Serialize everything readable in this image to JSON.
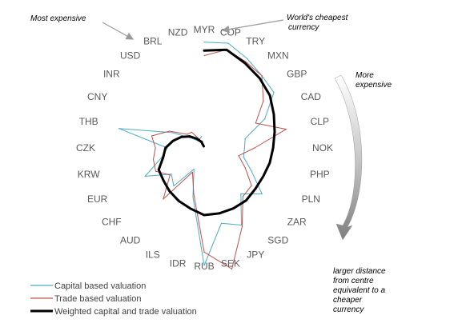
{
  "chart_data": {
    "type": "line",
    "subtype": "spiral-radar",
    "categories": [
      "MYR",
      "COP",
      "TRY",
      "MXN",
      "GBP",
      "CAD",
      "CLP",
      "NOK",
      "PHP",
      "PLN",
      "ZAR",
      "SGD",
      "JPY",
      "SEK",
      "RUB",
      "IDR",
      "ILS",
      "AUD",
      "CHF",
      "EUR",
      "KRW",
      "CZK",
      "THB",
      "CNY",
      "INR",
      "USD",
      "BRL",
      "NZD"
    ],
    "rank_note": "Currencies ordered from cheapest (MYR) clockwise to most expensive (NZD); distance from centre: larger = cheaper",
    "series": [
      {
        "name": "Capital based valuation",
        "color": "#4bacc6",
        "values": [
          0.63,
          0.64,
          0.59,
          0.55,
          0.53,
          0.4,
          0.25,
          0.24,
          0.24,
          0.31,
          0.44,
          0.35,
          0.51,
          0.46,
          0.7,
          0.3,
          0.14,
          0.29,
          0.25,
          0.39,
          0.26,
          0.22,
          0.52,
          0.21,
          0.09,
          0.05,
          0.06,
          0.07
        ]
      },
      {
        "name": "Trade based valuation",
        "color": "#c0504d",
        "values": [
          0.55,
          0.6,
          0.57,
          0.55,
          0.45,
          0.34,
          0.5,
          0.3,
          0.21,
          0.27,
          0.36,
          0.37,
          0.52,
          0.74,
          0.62,
          0.28,
          0.16,
          0.39,
          0.26,
          0.32,
          0.31,
          0.29,
          0.32,
          0.23,
          0.13,
          0.12,
          0.05,
          0.04
        ]
      },
      {
        "name": "Weighted capital and trade valuation",
        "color": "#000000",
        "values": [
          0.58,
          0.6,
          0.56,
          0.53,
          0.5,
          0.46,
          0.43,
          0.41,
          0.4,
          0.39,
          0.39,
          0.4,
          0.4,
          0.4,
          0.4,
          0.37,
          0.35,
          0.33,
          0.31,
          0.3,
          0.25,
          0.23,
          0.19,
          0.15,
          0.11,
          0.07,
          0.04,
          0.01
        ]
      }
    ]
  },
  "annotations": {
    "most_expensive": "Most expensive",
    "worlds_cheapest_line1": "World's cheapest",
    "worlds_cheapest_line2": "currency",
    "more_expensive_line1": "More",
    "more_expensive_line2": "expensive",
    "larger_distance_line1": "larger distance",
    "larger_distance_line2": "from centre",
    "larger_distance_line3": "equivalent to a",
    "larger_distance_line4": "cheaper",
    "larger_distance_line5": "currency"
  },
  "legend": {
    "capital": "Capital based valuation",
    "trade": "Trade based valuation",
    "weighted": "Weighted capital and trade valuation"
  }
}
